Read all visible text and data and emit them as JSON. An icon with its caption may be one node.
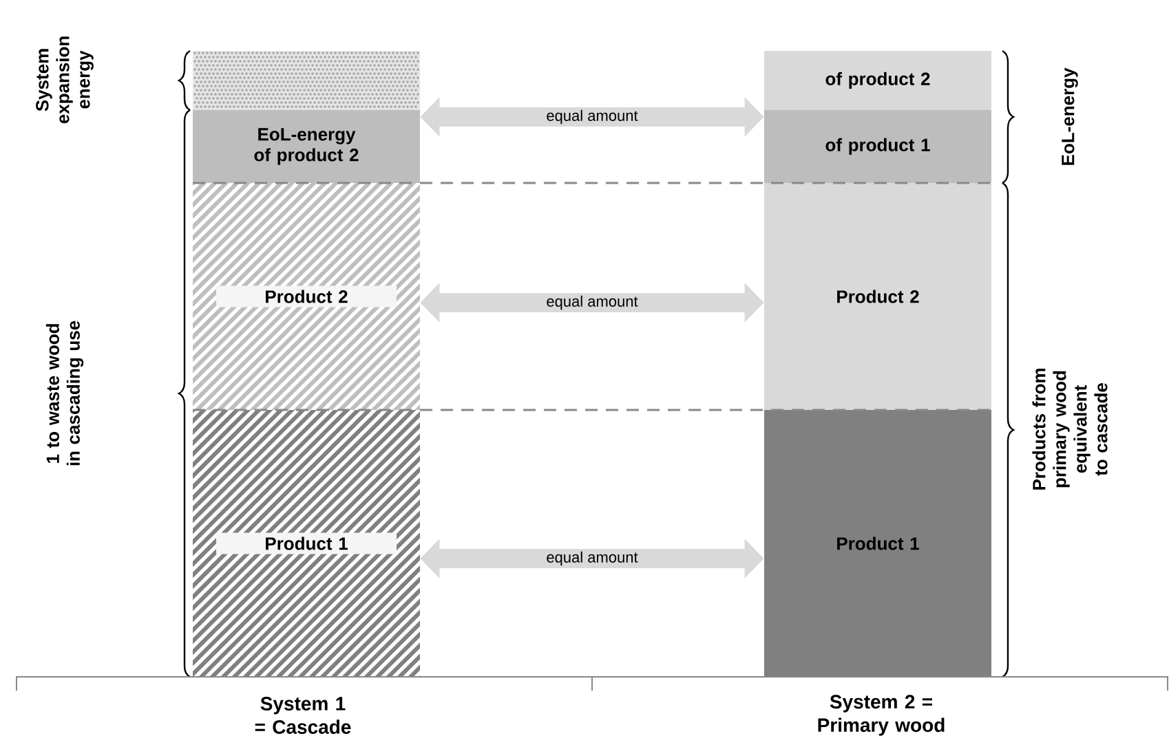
{
  "diagram": {
    "nodes": [
      {
        "text": [],
        "shape": "box"
      },
      {
        "text": [
          "EoL-energy of product 2"
        ]
      },
      {
        "text": [
          "Product 2"
        ]
      },
      {
        "text": [
          "Product 1"
        ]
      },
      {
        "text": [
          "of product 2"
        ]
      },
      {
        "text": [
          "of product 1"
        ]
      },
      {
        "text": [
          "Product 2"
        ]
      },
      {
        "text": [
          "Product 1"
        ]
      }
    ],
    "edges": [
      {
        "from": 1,
        "to": 5,
        "arrow": "both",
        "label": "equal amount"
      },
      {
        "from": 2,
        "to": 6,
        "arrow": "both",
        "label": "equal amount"
      },
      {
        "from": 3,
        "to": 7,
        "arrow": "both",
        "label": "equal amount"
      }
    ],
    "labels": [
      "System expansion energy",
      "1 to waste wood in cascading use",
      "EoL-energy",
      "Products from primary wood equivalent to cascade",
      "System 1 = Cascade",
      "System 2 = Primary wood"
    ]
  }
}
